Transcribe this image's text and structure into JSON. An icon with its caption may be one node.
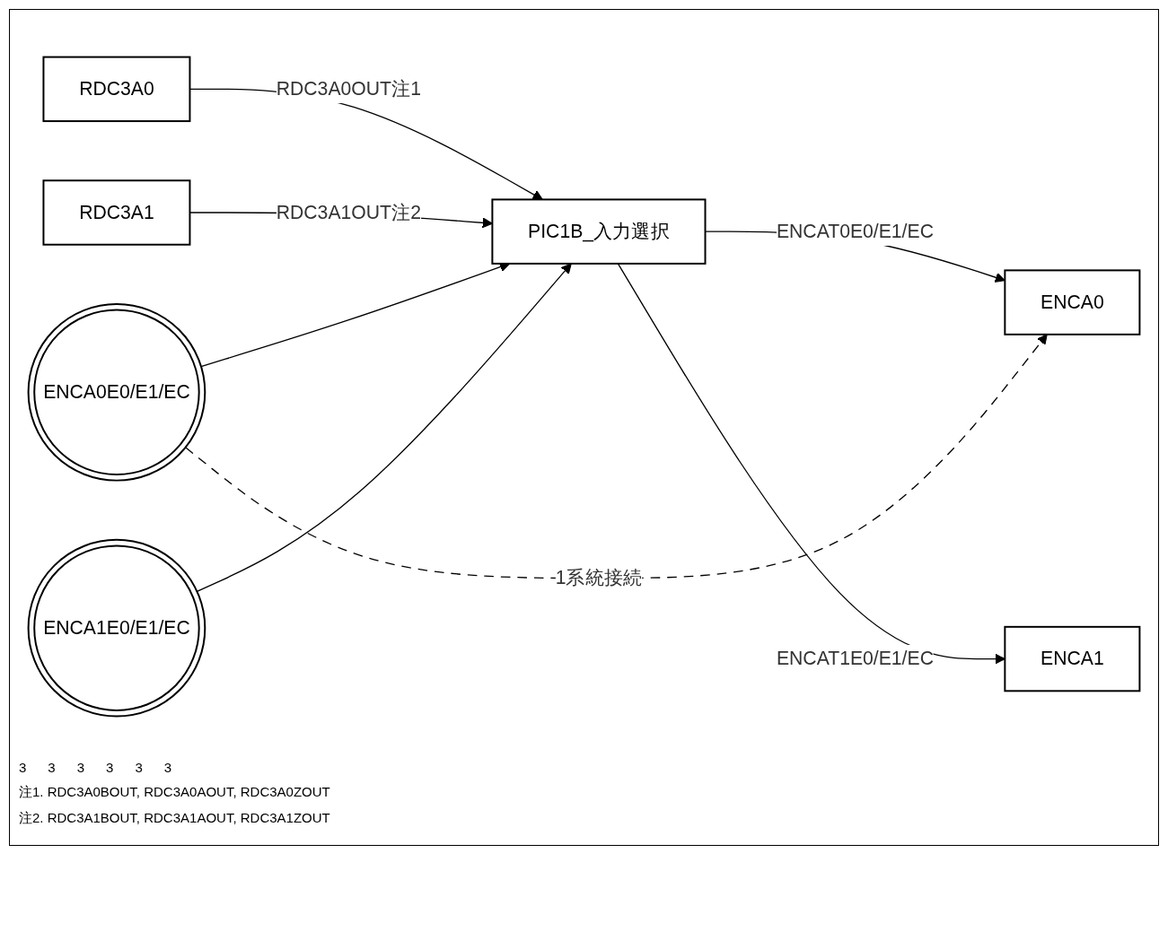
{
  "diagram": {
    "nodes": [
      {
        "text": [
          "RDC3A0"
        ]
      },
      {
        "text": [
          "RDC3A1"
        ]
      },
      {
        "text": [
          "ENCA0E0/E1/EC"
        ]
      },
      {
        "text": [
          "ENCA1E0/E1/EC"
        ]
      },
      {
        "text": [
          "PIC1B_入力選択"
        ]
      },
      {
        "text": [
          "ENCA0"
        ]
      },
      {
        "text": [
          "ENCA1"
        ]
      }
    ],
    "edges": [
      {
        "from": 0,
        "to": 4,
        "arrow": "to",
        "label": "RDC3A0OUT注1"
      },
      {
        "from": 1,
        "to": 4,
        "arrow": "to",
        "label": "RDC3A1OUT注2"
      },
      {
        "from": 2,
        "to": 4,
        "arrow": "to"
      },
      {
        "from": 3,
        "to": 4,
        "arrow": "to"
      },
      {
        "from": 4,
        "to": 5,
        "arrow": "to",
        "label": "ENCAT0E0/E1/EC"
      },
      {
        "from": 4,
        "to": 6,
        "arrow": "to",
        "label": "ENCAT1E0/E1/EC"
      },
      {
        "from": 2,
        "to": 5,
        "arrow": "to",
        "label": "1系統接続",
        "style": "dashed"
      }
    ],
    "labels": [
      "3",
      "3",
      "3",
      "3",
      "3",
      "3",
      "注1. RDC3A0BOUT, RDC3A0AOUT, RDC3A0ZOUT",
      "注2. RDC3A1BOUT, RDC3A1AOUT, RDC3A1ZOUT"
    ]
  }
}
